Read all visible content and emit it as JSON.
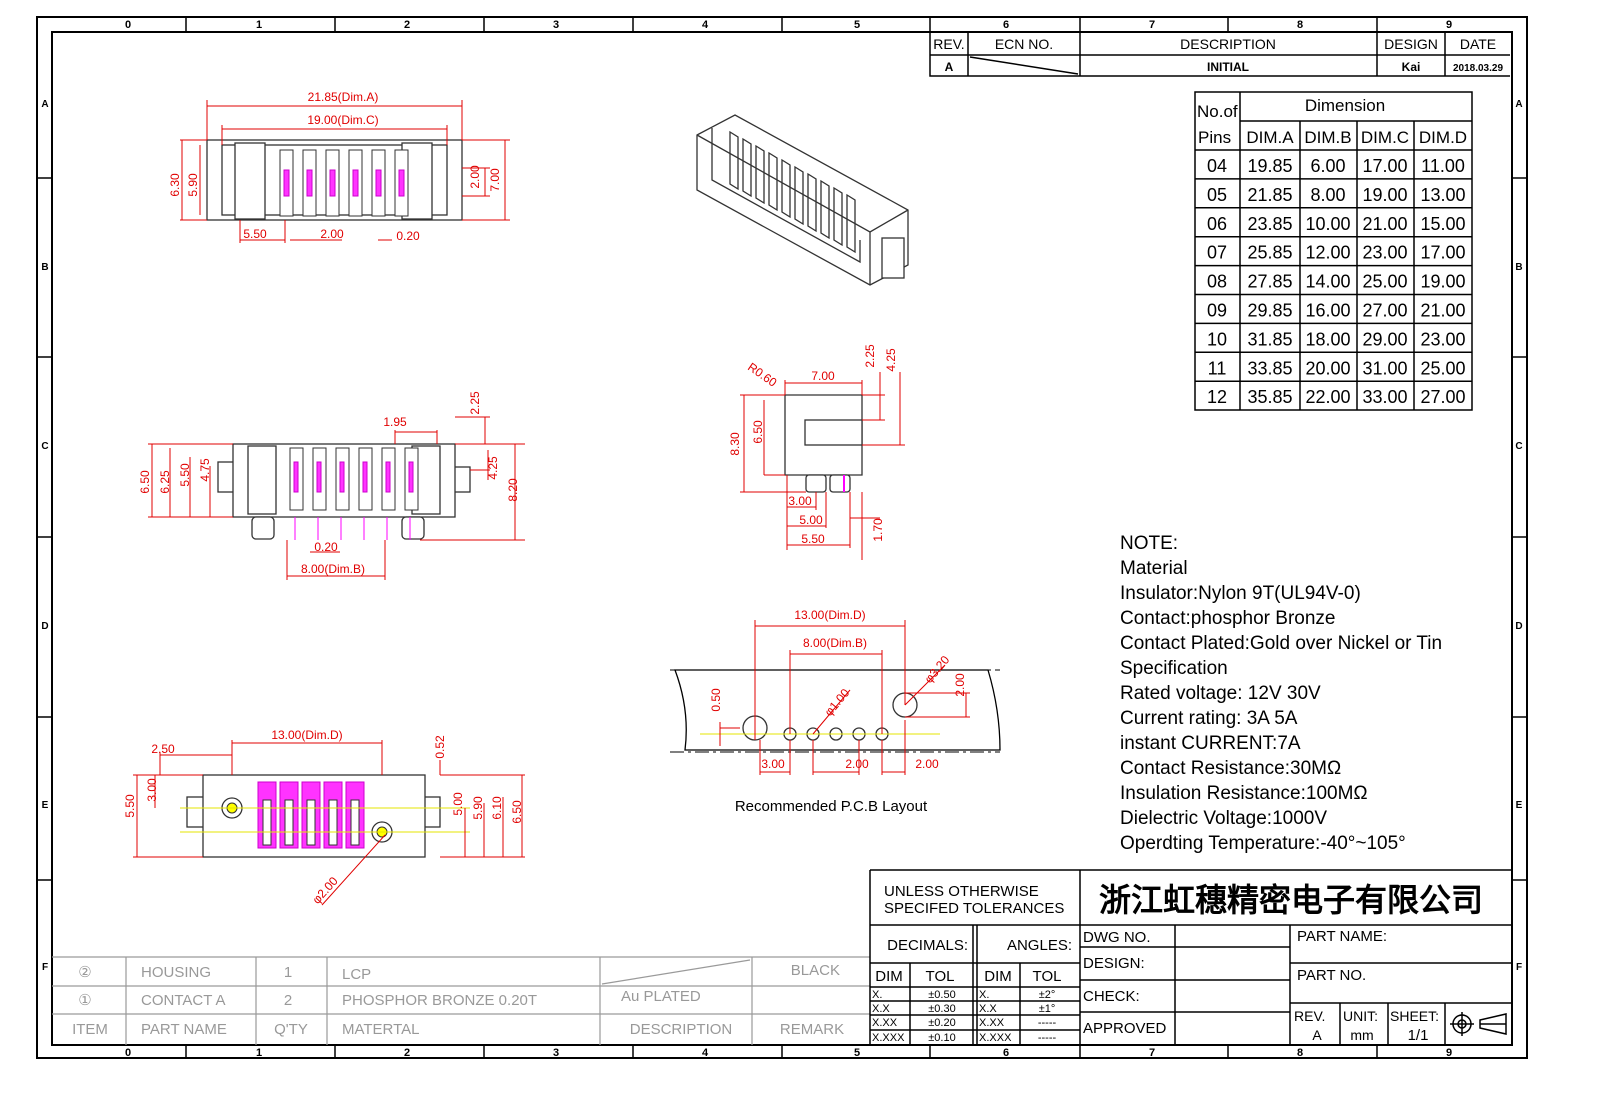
{
  "frame": {
    "columns": [
      "0",
      "1",
      "2",
      "3",
      "4",
      "5",
      "6",
      "7",
      "8",
      "9"
    ],
    "rows": [
      "A",
      "B",
      "C",
      "D",
      "E",
      "F"
    ]
  },
  "revision_block": {
    "headers": {
      "rev": "REV.",
      "ecn": "ECN  NO.",
      "description": "DESCRIPTION",
      "design": "DESIGN",
      "date": "DATE"
    },
    "row": {
      "rev": "A",
      "description": "INITIAL",
      "design": "Kai",
      "date": "2018.03.29"
    }
  },
  "dimension_table": {
    "header_pins_1": "No.of",
    "header_pins_2": "Pins",
    "header_group": "Dimension",
    "columns": [
      "DIM.A",
      "DIM.B",
      "DIM.C",
      "DIM.D"
    ],
    "rows": [
      [
        "04",
        "19.85",
        "6.00",
        "17.00",
        "11.00"
      ],
      [
        "05",
        "21.85",
        "8.00",
        "19.00",
        "13.00"
      ],
      [
        "06",
        "23.85",
        "10.00",
        "21.00",
        "15.00"
      ],
      [
        "07",
        "25.85",
        "12.00",
        "23.00",
        "17.00"
      ],
      [
        "08",
        "27.85",
        "14.00",
        "25.00",
        "19.00"
      ],
      [
        "09",
        "29.85",
        "16.00",
        "27.00",
        "21.00"
      ],
      [
        "10",
        "31.85",
        "18.00",
        "29.00",
        "23.00"
      ],
      [
        "11",
        "33.85",
        "20.00",
        "31.00",
        "25.00"
      ],
      [
        "12",
        "35.85",
        "22.00",
        "33.00",
        "27.00"
      ]
    ]
  },
  "notes": [
    "NOTE:",
    "Material",
    "Insulator:Nylon  9T(UL94V-0)",
    "Contact:phosphor  Bronze",
    "Contact  Plated:Gold  over  Nickel  or  Tin",
    "Specification",
    "Rated  voltage: 12V  30V",
    " Current  rating: 3A    5A",
    "instant  CURRENT:7A",
    "Contact  Resistance:30MΩ",
    "Insulation  Resistance:100MΩ",
    "Dielectric  Voltage:1000V",
    "Operdting  Temperature:-40°~105°"
  ],
  "views": {
    "top": {
      "dims": [
        "21.85(Dim.A)",
        "19.00(Dim.C)",
        "6.30",
        "5.90",
        "2.00",
        "7.00",
        "5.50",
        "2.00",
        "0.20"
      ]
    },
    "front": {
      "dims": [
        "1.95",
        "2.25",
        "6.50",
        "6.25",
        "5.50",
        "4.75",
        "4.25",
        "8.20",
        "0.20",
        "8.00(Dim.B)"
      ]
    },
    "bottom": {
      "dims": [
        "2.50",
        "13.00(Dim.D)",
        "0.52",
        "5.50",
        "3.00",
        "5.00",
        "5.90",
        "6.10",
        "6.50",
        "φ2.00"
      ]
    },
    "side": {
      "dims": [
        "R0.60",
        "7.00",
        "2.25",
        "4.25",
        "8.30",
        "6.50",
        "3.00",
        "5.00",
        "5.50",
        "1.70"
      ]
    },
    "pcb": {
      "dims": [
        "13.00(Dim.D)",
        "8.00(Dim.B)",
        "0.50",
        "φ1.00",
        "φ3.20",
        "2.00",
        "3.00",
        "2.00",
        "2.00"
      ],
      "caption": "Recommended P.C.B Layout"
    }
  },
  "bom": {
    "rows": [
      {
        "item": "②",
        "part": "HOUSING",
        "qty": "1",
        "material": "LCP",
        "description": "",
        "remark": "BLACK"
      },
      {
        "item": "①",
        "part": "CONTACT  A",
        "qty": "2",
        "material": "PHOSPHOR  BRONZE  0.20T",
        "description": "Au  PLATED",
        "remark": ""
      }
    ],
    "header": {
      "item": "ITEM",
      "part": "PART  NAME",
      "qty": "Q'TY",
      "material": "MATERTAL",
      "description": "DESCRIPTION",
      "remark": "REMARK"
    }
  },
  "title_block": {
    "tolerance_title_1": "UNLESS  OTHERWISE",
    "tolerance_title_2": "SPECIFED  TOLERANCES",
    "company": "浙江虹穗精密电子有限公司",
    "decimals": "DECIMALS:",
    "angles": "ANGLES:",
    "dim": "DIM",
    "tol": "TOL",
    "decimal_rows": [
      [
        "X.",
        "±0.50"
      ],
      [
        "X.X",
        "±0.30"
      ],
      [
        "X.XX",
        "±0.20"
      ],
      [
        "X.XXX",
        "±0.10"
      ]
    ],
    "angle_rows": [
      [
        "X.",
        "±2°"
      ],
      [
        "X.X",
        "±1°"
      ],
      [
        "X.XX",
        "-----"
      ],
      [
        "X.XXX",
        "-----"
      ]
    ],
    "dwg_no": "DWG  NO.",
    "design": "DESIGN:",
    "check": "CHECK:",
    "approved": "APPROVED",
    "part_name": "PART  NAME:",
    "part_no": "PART  NO.",
    "rev_label": "REV.",
    "rev_value": "A",
    "unit_label": "UNIT:",
    "unit_value": "mm",
    "sheet_label": "SHEET:",
    "sheet_value": "1/1"
  }
}
